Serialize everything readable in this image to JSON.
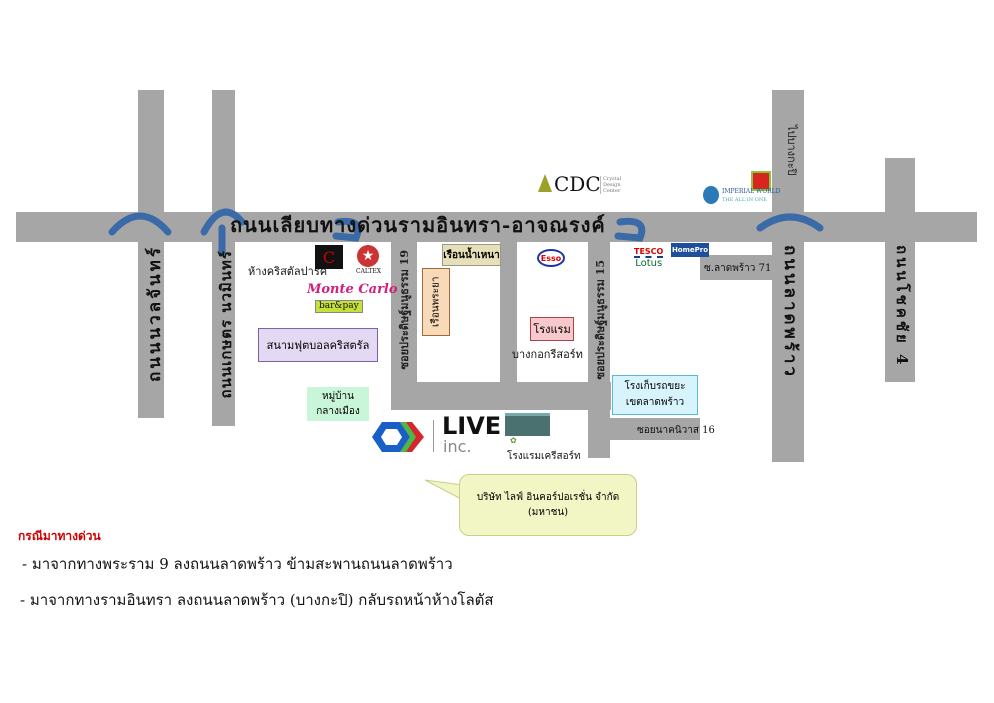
{
  "roads": {
    "main": "ถนนเลียบทางด่วนรามอินทรา-อาจณรงค์",
    "left1": "ถนนนวลจันทร์",
    "left2": "ถนนเกษตร นวมินทร์",
    "soi19": "ซอยประดิษฐ์มนูธรรม 19",
    "soi15": "ซอยประดิษฐ์มนูธรรม 15",
    "ladprao": "ถนนลาดพร้าว",
    "to_bangkapi": "ไปบางกะปิ",
    "chokchai": "ถนนโชคชัย 4",
    "ladprao71": "ซ.ลาดพร้าว 71",
    "nakniwat16": "ซอยนาคนิวาส 16"
  },
  "places": {
    "crystal_park": "ห้างคริสตัลปาร์ค",
    "caltex": "CALTEX",
    "monte_carlo": "Monte Carlo",
    "bar": "bar&pay",
    "football": "สนามฟุตบอลคริสตรัล",
    "village": [
      "หมู่บ้าน",
      "กลางเมือง"
    ],
    "ruen_nam": "เรือนน้ำเหนา",
    "ruen_phraya": "เรือนพระยา",
    "esso": "Esso",
    "hotel": "โรงแรม",
    "bangkok_resort": "บางกอกรีสอร์ท",
    "cdc": "CDC",
    "cdc_sub": [
      "Crystal",
      "Design",
      "Center"
    ],
    "tesco": [
      "TESCO",
      "Lotus"
    ],
    "homepro": "HomePro",
    "imperial": "IMPERIAL WORLD",
    "imperial_sub": "THE ALL IN ONE",
    "garbage": [
      "โรงเก็บรถขยะ",
      "เขตลาดพร้าว"
    ],
    "live": "LIVE",
    "live_inc": "inc.",
    "resort_hotel": "โรงแรมเครีสอร์ท",
    "callout": "บริษัท ไลฟ์ อินคอร์ปอเรชั่น จำกัด (มหาชน)"
  },
  "notes": {
    "heading": "กรณีมาทางด่วน",
    "line1": "-  มาจากทางพระราม 9  ลงถนนลาดพร้าว ข้ามสะพานถนนลาดพร้าว",
    "line2": "- มาจากทางรามอินทรา ลงถนนลาดพร้าว (บางกะปิ) กลับรถหน้าห้างโลตัส"
  },
  "colors": {
    "road": "#a6a6a6",
    "arrow": "#3b6aa8",
    "heading": "#d00000"
  }
}
